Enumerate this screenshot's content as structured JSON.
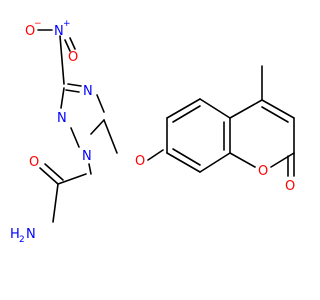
{
  "molecule": {
    "colors": {
      "bond": "#000000",
      "nitrogen": "#0000ff",
      "oxygen": "#ff0000",
      "background": "#ffffff"
    },
    "labels": {
      "nitro_oxygen": "O",
      "nitro_oxygen_charge": "−",
      "nitro_nitrogen": "N",
      "nitro_nitrogen_charge": "+",
      "nitro_double_oxygen": "O",
      "triazole_n4": "N",
      "triazole_n2": "N",
      "triazole_n1": "N",
      "ether_oxygen": "O",
      "ring_oxygen": "O",
      "lactone_carbonyl_oxygen": "O",
      "amide_oxygen": "O",
      "amide_nh2_n": "N",
      "amide_nh2_h": "H",
      "amide_nh2_sub": "2"
    }
  }
}
